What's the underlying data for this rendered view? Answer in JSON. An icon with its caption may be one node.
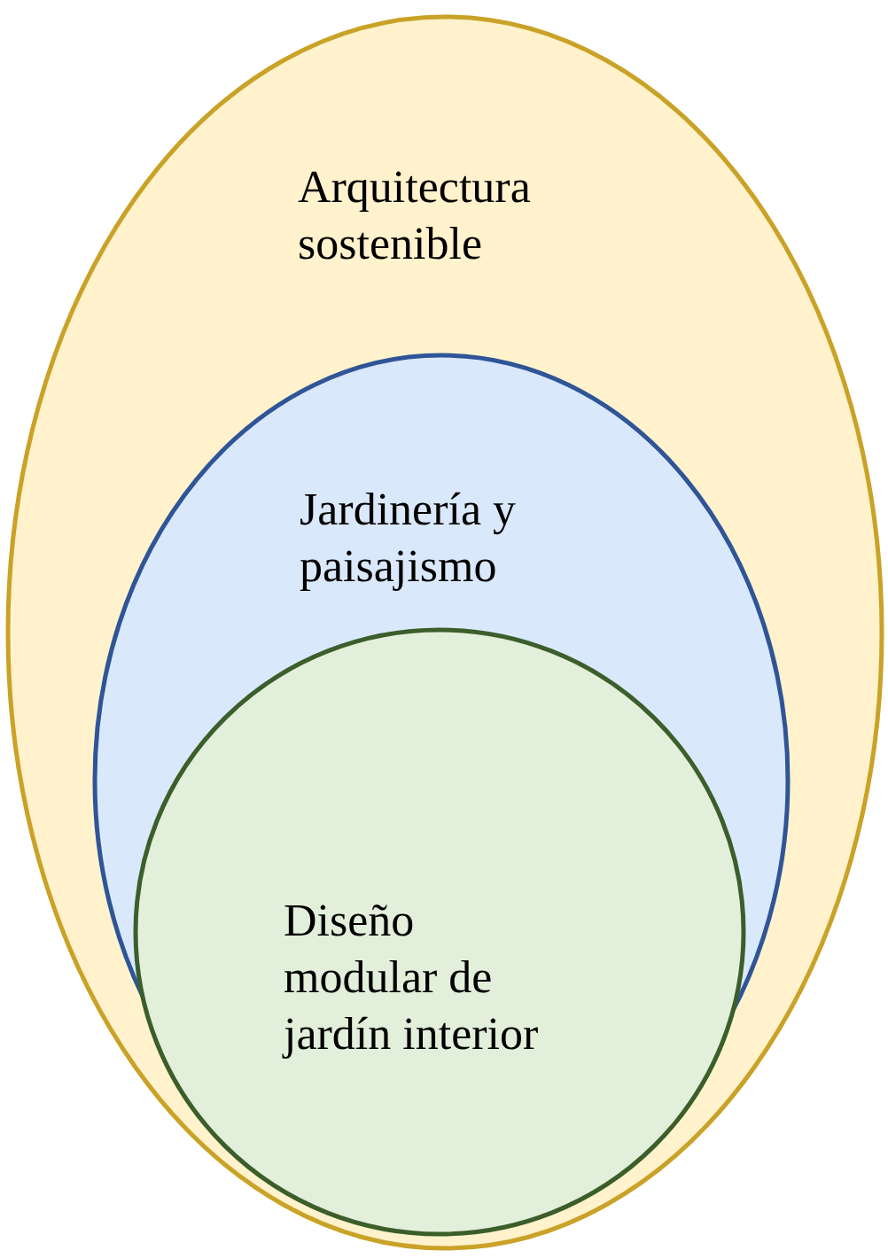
{
  "diagram": {
    "nodes": [
      {
        "text": [
          "Arquitectura sostenible"
        ]
      },
      {
        "text": [
          "Jardinería y paisajismo"
        ],
        "in": 0
      },
      {
        "text": [
          "Diseño modular de jardín interior"
        ],
        "in": 1
      }
    ]
  }
}
